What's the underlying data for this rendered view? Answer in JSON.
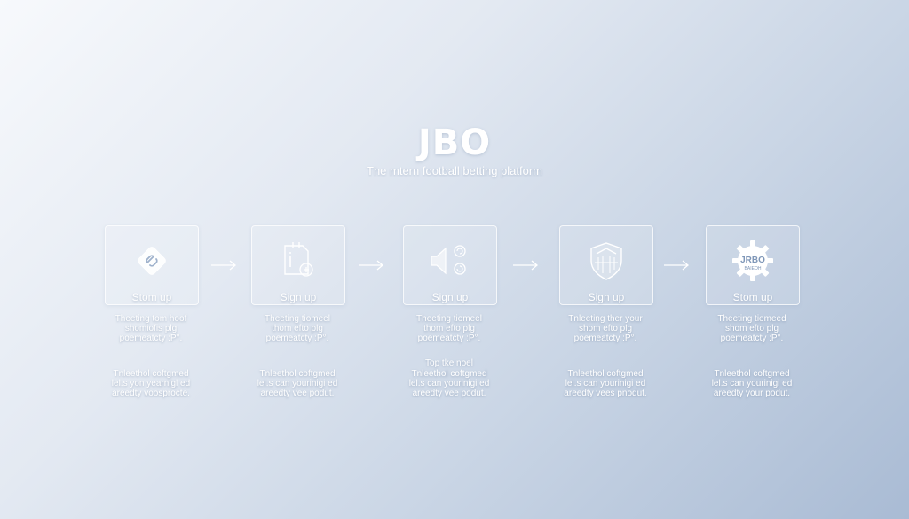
{
  "brand": {
    "title": "JBO",
    "subtitle": "The mtern football betting platform"
  },
  "steps": [
    {
      "label": "Stom up",
      "icon": "diamond-link-icon",
      "desc_1": "Theeting tom hoof\nshomiofis plg\npoemeatcty :P°.",
      "desc_2": "Tnleethol coftgmed\nlel.s yon yearnlgl ed\nareedty voosprocte."
    },
    {
      "label": "Sign up",
      "icon": "document-plus-icon",
      "desc_1": "Theeting tiomeel\nthom efto plg\npoemeatcty :P°.",
      "desc_2": "Tnleethol coftgmed\nlel.s can yourinigi ed\nareedty vee podut."
    },
    {
      "label": "Sign up",
      "icon": "speaker-icon",
      "desc_1": "Theeting tiomeel\nthom efto plg\npoemeatcty :P°.",
      "desc_0": "Top tke noel",
      "desc_2": "Tnleethol coftgmed\nlel.s can yourinigi ed\nareedty vee podut."
    },
    {
      "label": "Sign up",
      "icon": "shield-icon",
      "desc_1": "Tnleeting ther your\nshom efto plg\npoemeatcty :P°.",
      "desc_2": "Tnleethol coftgmed\nlel.s can yourinigi ed\nareedty vees pnodut."
    },
    {
      "label": "Stom up",
      "icon": "jbo-gear-badge-icon",
      "badge_text": "JRBO",
      "badge_subtext": "BAIEOH",
      "desc_1": "Theeting tiomeed\nshom efto plg\npoemeatcty :P°.",
      "desc_2": "Tnleethol coftgmed\nlel.s can yourinigi ed\nareedty your podut."
    }
  ],
  "colors": {
    "background_start": "#f7f9fc",
    "background_end": "#a9bbd4",
    "foreground": "#ffffff"
  }
}
